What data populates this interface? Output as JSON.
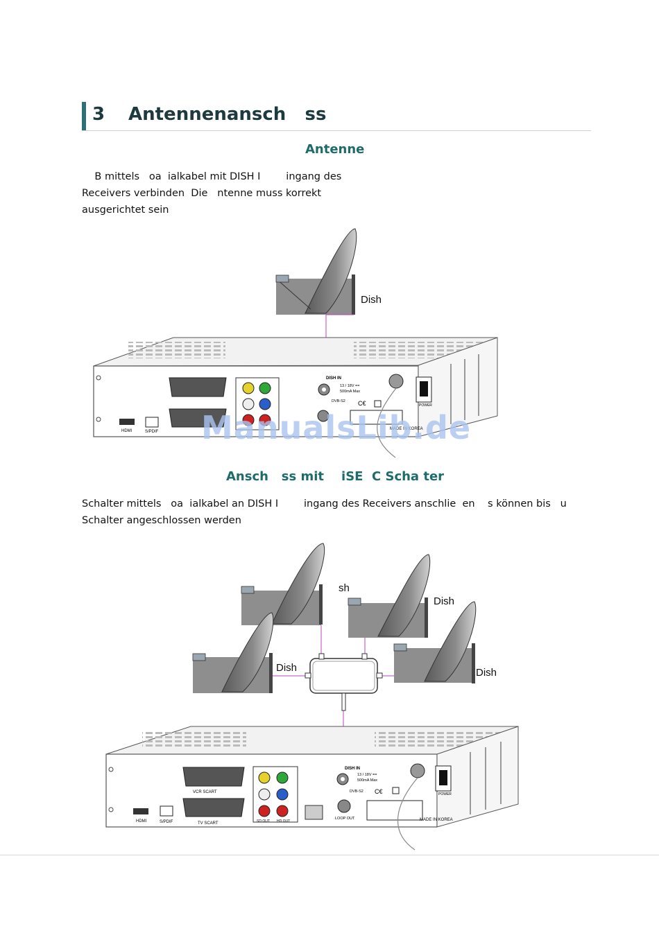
{
  "section": {
    "number": "3",
    "title": "Antennenansch   ss"
  },
  "part1": {
    "heading": "Antenne",
    "lines": [
      "    B mittels   oa  ialkabel mit DISH I        ingang des",
      "Receivers verbinden  Die   ntenne muss korrekt",
      "ausgerichtet sein"
    ],
    "dish_label": "Dish"
  },
  "part2": {
    "heading": "Ansch   ss mit    iSE  C Scha ter",
    "lines": [
      "Schalter mittels   oa  ialkabel an DISH I        ingang des Receivers anschlie  en    s können bis   u",
      "Schalter angeschlossen werden"
    ],
    "dish_labels": [
      "sh",
      "Dish",
      "Dish",
      "Dish"
    ]
  },
  "receiver": {
    "dish_in": "DISH IN",
    "voltage": "13 / 18V ==",
    "current": "500mA  Max",
    "dvb": "DVB-S2",
    "vcr_scart": "VCR SCART",
    "tv_scart": "TV SCART",
    "hdmi": "HDMI",
    "spdif": "S/PDIF",
    "power": "POWER",
    "made_in": "MADE IN KOREA",
    "loop_out": "LOOP OUT",
    "sd_out": "SD OUT",
    "hd_out": "HD OUT"
  },
  "watermark": "ManualsLib.de"
}
